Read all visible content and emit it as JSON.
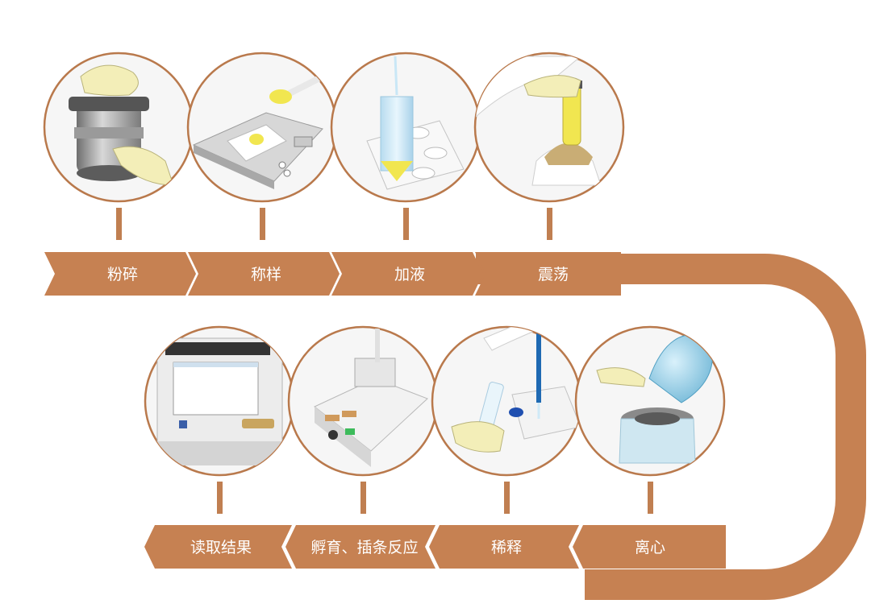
{
  "steps_top": [
    {
      "label": "粉碎",
      "icon": "grinder-icon"
    },
    {
      "label": "称样",
      "icon": "scale-icon"
    },
    {
      "label": "加液",
      "icon": "pipette-tube-icon"
    },
    {
      "label": "震荡",
      "icon": "vortex-mixer-icon"
    }
  ],
  "steps_bottom": [
    {
      "label": "离心",
      "icon": "centrifuge-icon"
    },
    {
      "label": "稀释",
      "icon": "dilution-pipette-icon"
    },
    {
      "label": "孵育、插条反应",
      "icon": "incubator-icon"
    },
    {
      "label": "读取结果",
      "icon": "reader-device-icon"
    }
  ],
  "colors": {
    "accent": "#c68152",
    "circle_stroke": "#b9794c",
    "glove": "#f3eeb8",
    "sample": "#f1e650"
  }
}
